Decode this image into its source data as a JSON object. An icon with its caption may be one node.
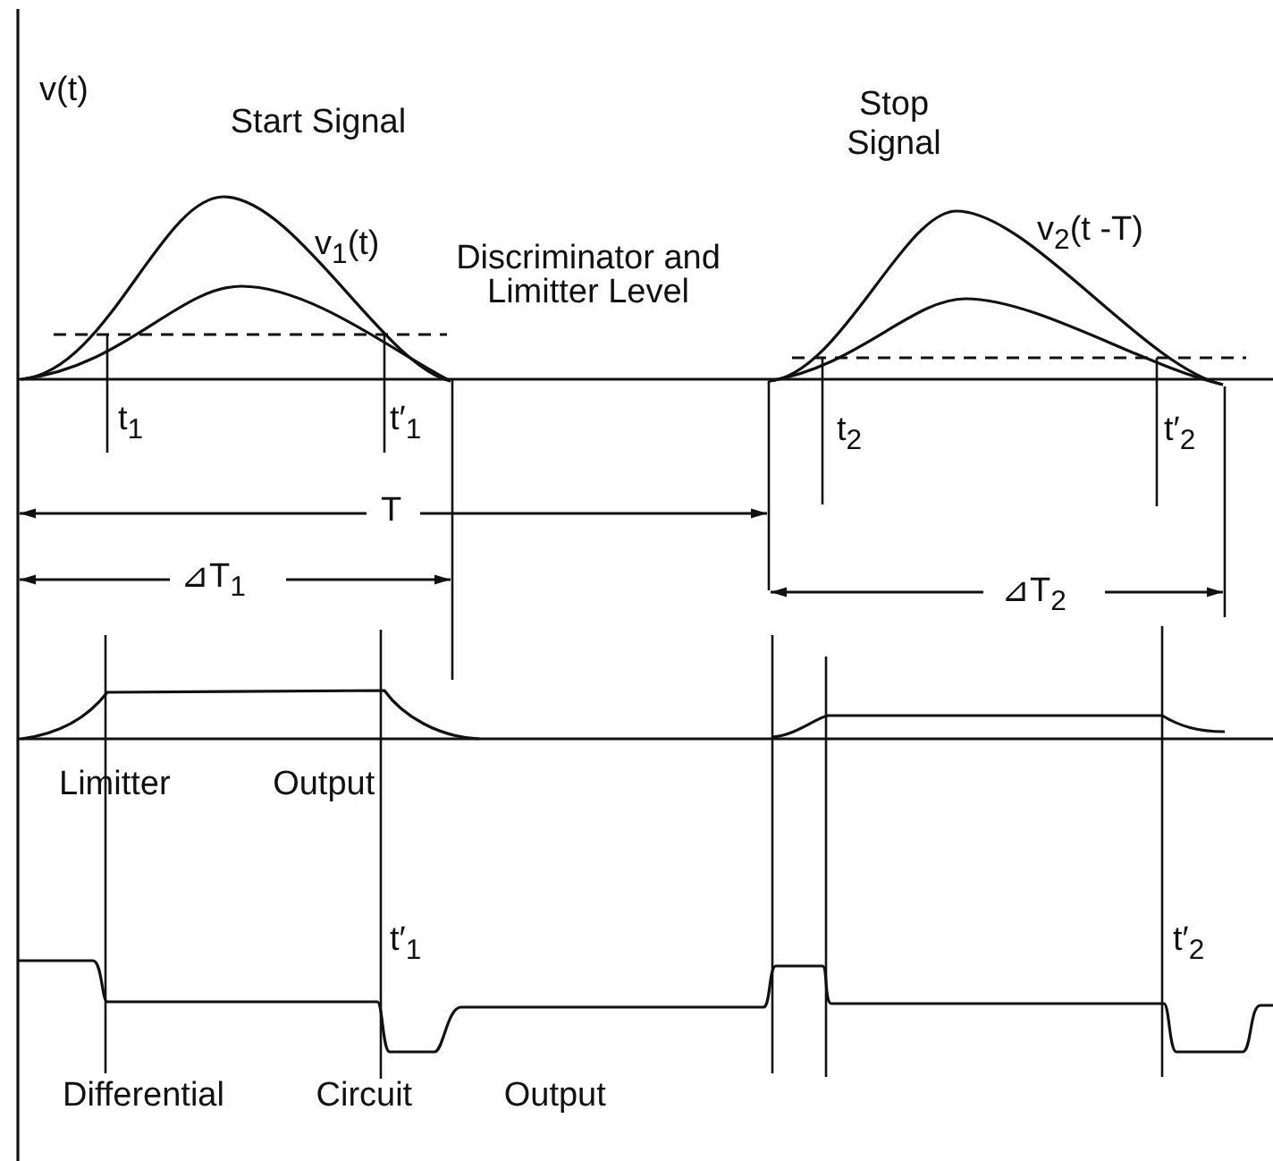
{
  "diagram": {
    "labels": [
      "v(t)",
      "Start Signal",
      "v$_{1}$(t)",
      "Stop Signal",
      "v$_{2}$(t -T)",
      "Discriminator and Limitter Level",
      "t$_{1}$",
      "t′$_{1}$",
      "t$_{2}$",
      "t′$_{2}$",
      "T",
      "⊿T$_{1}$",
      "⊿T$_{2}$",
      "Limitter Output",
      "t′$_{1}$",
      "t′$_{2}$",
      "Differential Circuit Output"
    ]
  }
}
